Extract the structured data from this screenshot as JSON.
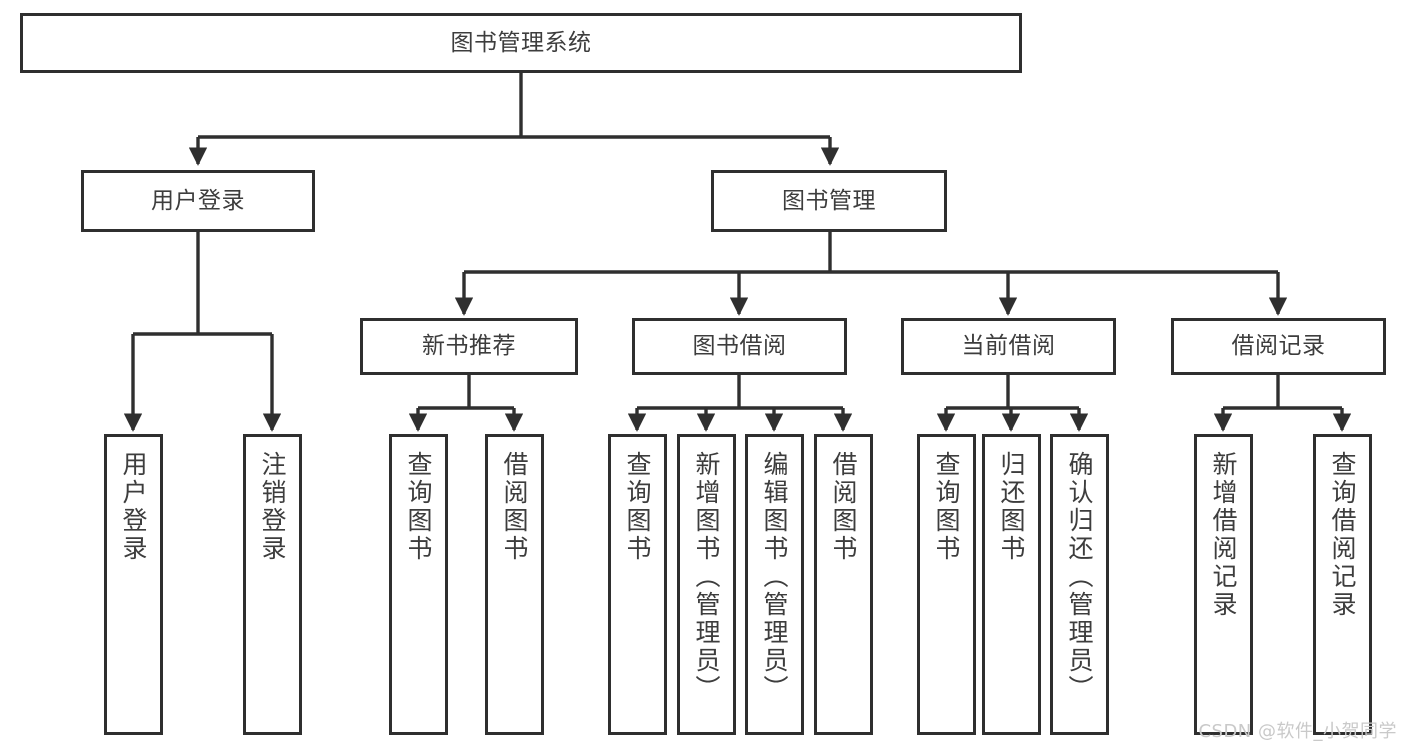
{
  "diagram": {
    "type": "tree-hierarchy-flowchart",
    "title": "图书管理系统",
    "colors": {
      "background": "#ffffff",
      "box_stroke": "#2f2f2f",
      "connector_stroke": "#2f2f2f",
      "text": "#3d3d3d",
      "watermark": "#c9c9c9"
    },
    "root": {
      "id": "root",
      "label": "图书管理系统",
      "orientation": "horizontal"
    },
    "level1": [
      {
        "id": "user-login",
        "label": "用户登录",
        "orientation": "horizontal"
      },
      {
        "id": "book-management",
        "label": "图书管理",
        "orientation": "horizontal"
      }
    ],
    "level2": [
      {
        "id": "new-book-recommend",
        "label": "新书推荐",
        "orientation": "horizontal",
        "parent": "book-management"
      },
      {
        "id": "book-borrow",
        "label": "图书借阅",
        "orientation": "horizontal",
        "parent": "book-management"
      },
      {
        "id": "current-borrow",
        "label": "当前借阅",
        "orientation": "horizontal",
        "parent": "book-management"
      },
      {
        "id": "borrow-record",
        "label": "借阅记录",
        "orientation": "horizontal",
        "parent": "book-management"
      }
    ],
    "leaves": [
      {
        "id": "leaf-user-login",
        "label": "用户登录",
        "parent": "user-login"
      },
      {
        "id": "leaf-logout-login",
        "label": "注销登录",
        "parent": "user-login"
      },
      {
        "id": "leaf-query-book-1",
        "label": "查询图书",
        "parent": "new-book-recommend"
      },
      {
        "id": "leaf-borrow-book-1",
        "label": "借阅图书",
        "parent": "new-book-recommend"
      },
      {
        "id": "leaf-query-book-2",
        "label": "查询图书",
        "parent": "book-borrow"
      },
      {
        "id": "leaf-add-book-admin",
        "label": "新增图书（管理员）",
        "parent": "book-borrow"
      },
      {
        "id": "leaf-edit-book-admin",
        "label": "编辑图书（管理员）",
        "parent": "book-borrow"
      },
      {
        "id": "leaf-borrow-book-2",
        "label": "借阅图书",
        "parent": "book-borrow"
      },
      {
        "id": "leaf-query-book-3",
        "label": "查询图书",
        "parent": "current-borrow"
      },
      {
        "id": "leaf-return-book",
        "label": "归还图书",
        "parent": "current-borrow"
      },
      {
        "id": "leaf-confirm-return-admin",
        "label": "确认归还（管理员）",
        "parent": "current-borrow"
      },
      {
        "id": "leaf-add-borrow-record",
        "label": "新增借阅记录",
        "parent": "borrow-record"
      },
      {
        "id": "leaf-query-borrow-record",
        "label": "查询借阅记录",
        "parent": "borrow-record"
      }
    ]
  },
  "watermark": {
    "text": "CSDN @软件_小贺同学"
  }
}
